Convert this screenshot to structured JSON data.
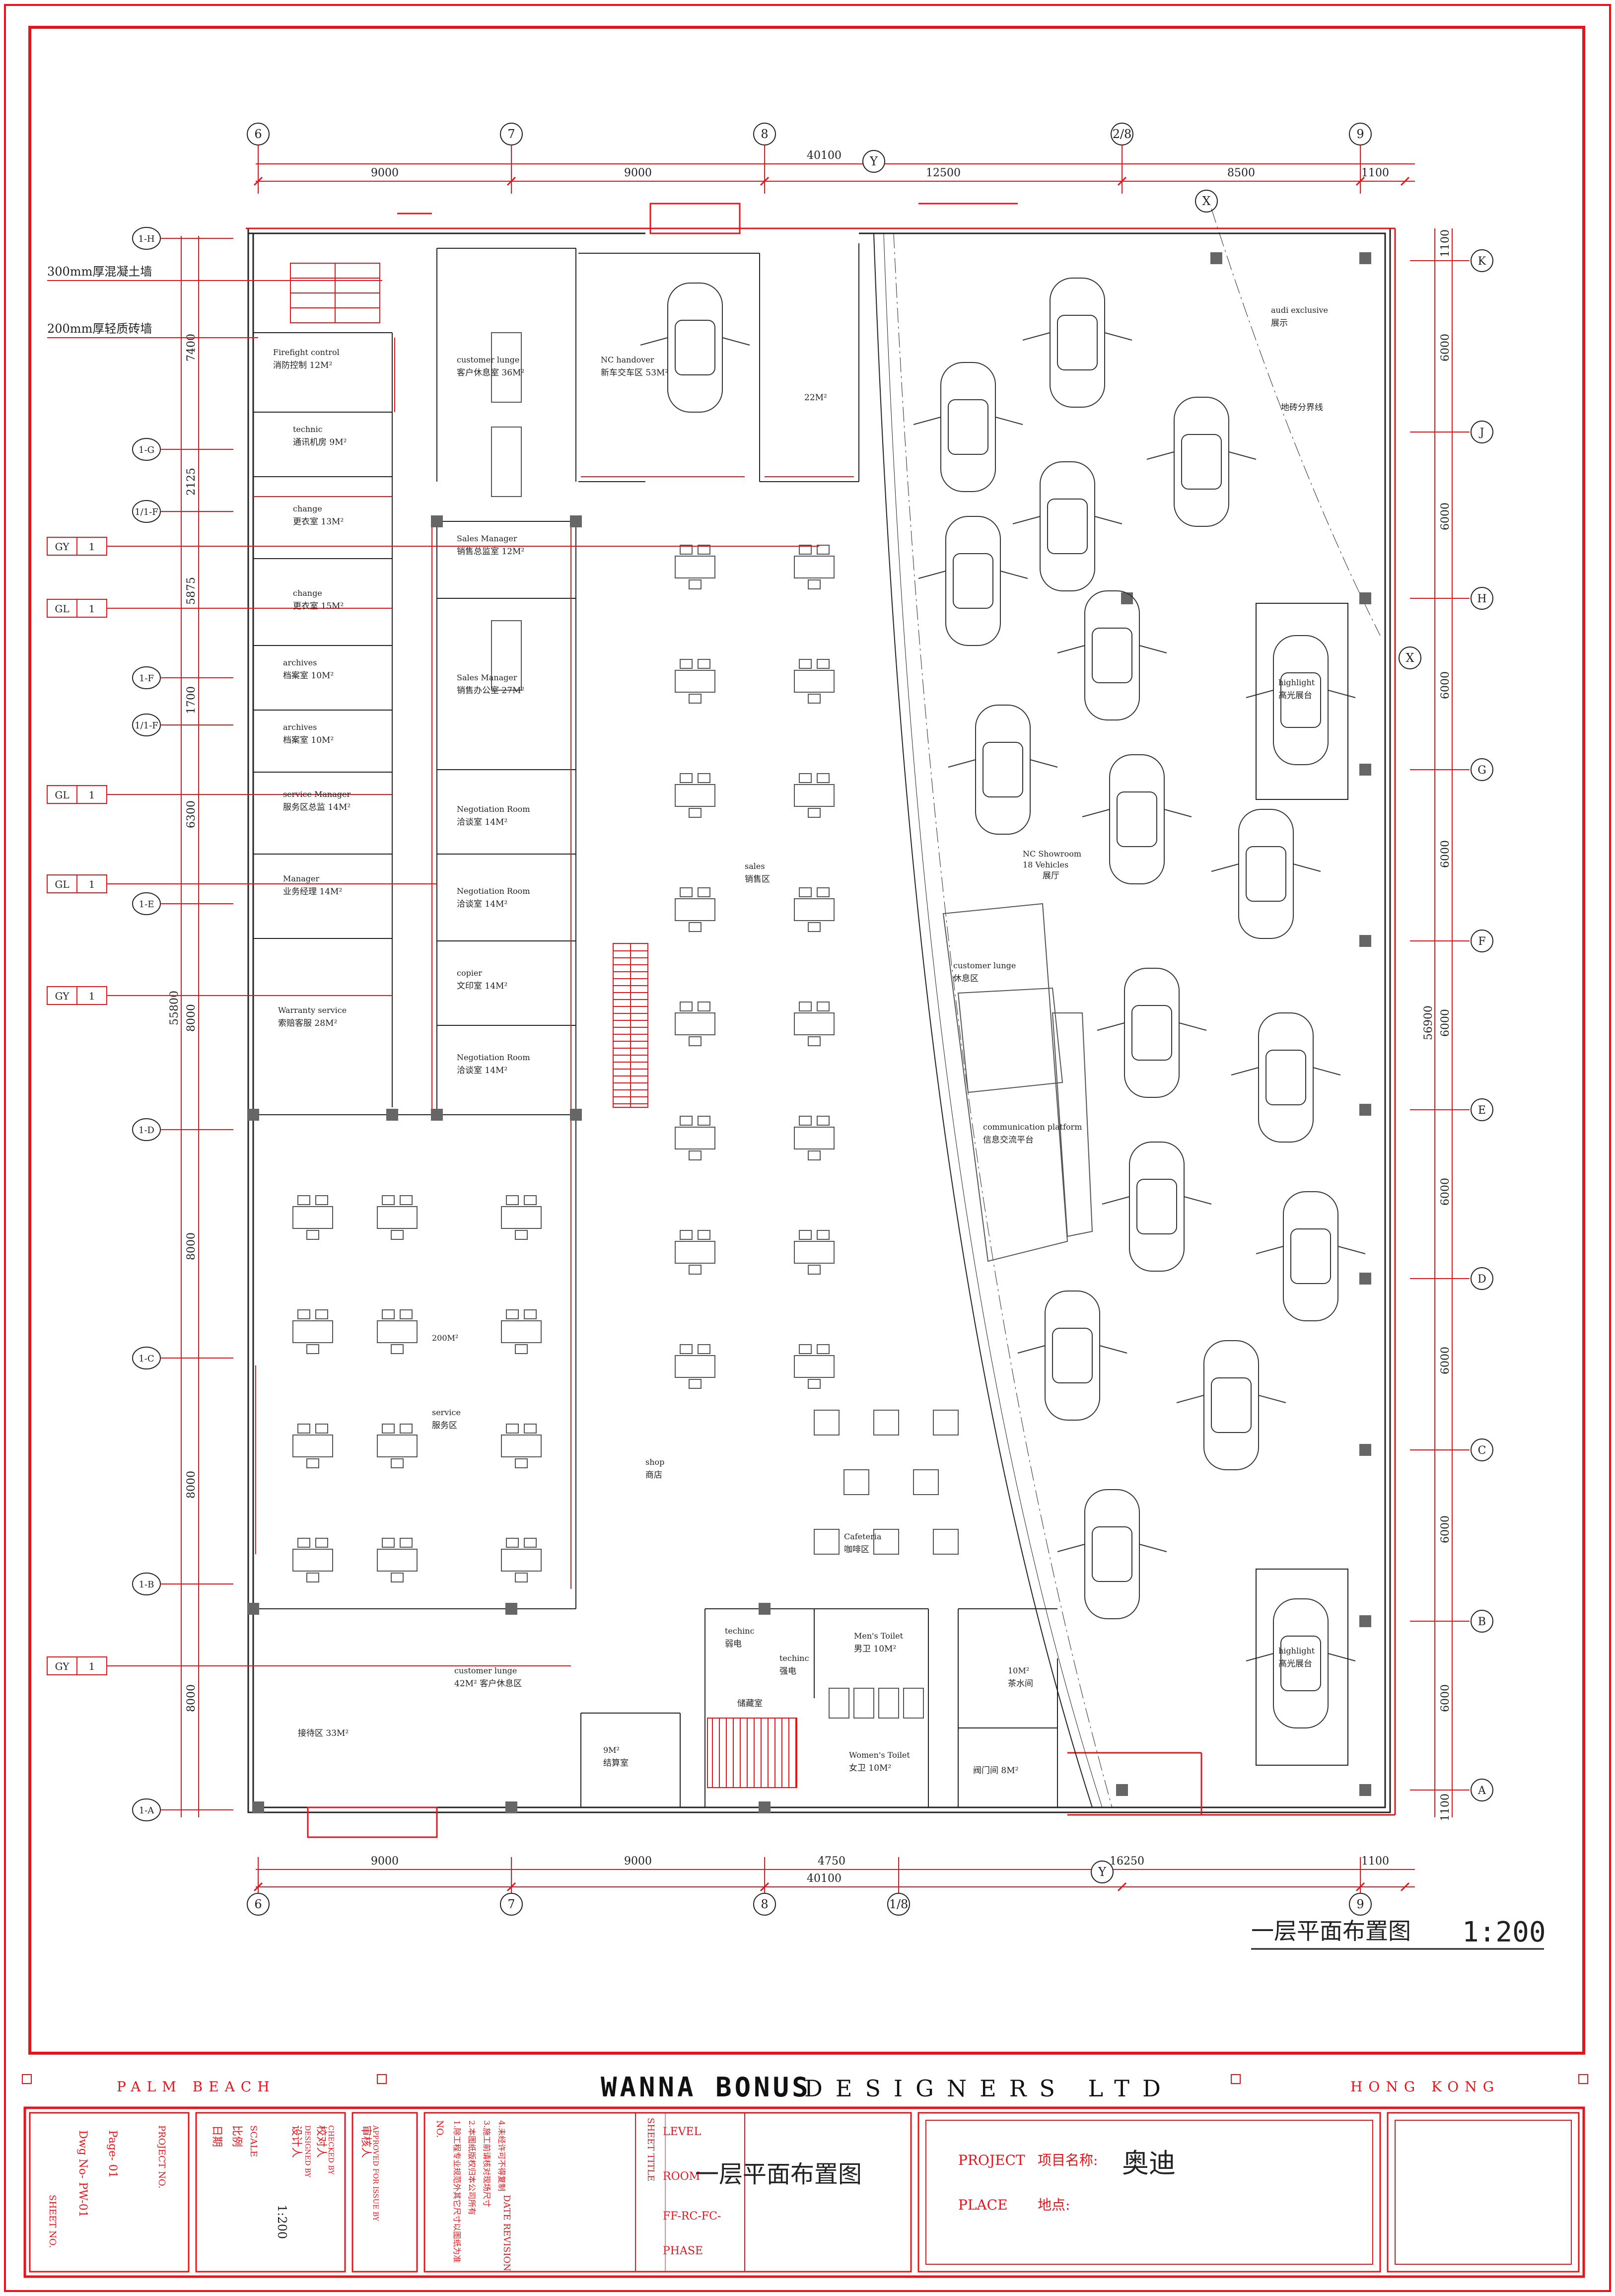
{
  "colors": {
    "ink": "#222222",
    "red": "#e8141c",
    "grey": "#9a9a9a"
  },
  "grid": {
    "top_cols": [
      "6",
      "7",
      "8",
      "Y",
      "2/8",
      "9"
    ],
    "bottom_cols": [
      "6",
      "7",
      "8",
      "1/8",
      "Y",
      "9"
    ],
    "top_dims": [
      "9000",
      "9000",
      "40100",
      "12500",
      "8500",
      "1100"
    ],
    "bottom_dims": [
      "9000",
      "9000",
      "4750",
      "40100",
      "16250",
      "1100"
    ],
    "left_rows": [
      "1-H",
      "1-G",
      "1/1-F",
      "1-F",
      "1/1-F",
      "1-E",
      "1-D",
      "1-C",
      "1-B",
      "1-A"
    ],
    "right_rows": [
      "K",
      "J",
      "H",
      "G",
      "F",
      "E",
      "D",
      "C",
      "B",
      "A"
    ],
    "left_dims": [
      "7400",
      "2125",
      "5875",
      "1700",
      "6300",
      "8000",
      "8000",
      "8000",
      "8000",
      "55800"
    ],
    "right_dims": [
      "1100",
      "6000",
      "6000",
      "6000",
      "6000",
      "6000",
      "6000",
      "6000",
      "6000",
      "6000",
      "1100",
      "56900"
    ],
    "section_marks": [
      "X",
      "X"
    ]
  },
  "notes": {
    "wall_300": "300mm厚混凝土墙",
    "wall_200": "200mm厚轻质砖墙"
  },
  "callouts": [
    {
      "code": "GY",
      "num": "1"
    },
    {
      "code": "GL",
      "num": "1"
    },
    {
      "code": "GL",
      "num": "1"
    },
    {
      "code": "GL",
      "num": "1"
    },
    {
      "code": "GY",
      "num": "1"
    },
    {
      "code": "GY",
      "num": "1"
    }
  ],
  "rooms": {
    "firefight": {
      "en": "Firefight control",
      "cn": "消防控制 12M²"
    },
    "technic": {
      "en": "technic",
      "cn": "通讯机房 9M²"
    },
    "change1": {
      "en": "change",
      "cn": "更衣室 13M²"
    },
    "change2": {
      "en": "change",
      "cn": "更衣室 15M²"
    },
    "archives1": {
      "en": "archives",
      "cn": "档案室 10M²"
    },
    "archives2": {
      "en": "archives",
      "cn": "档案室 10M²"
    },
    "service_mgr": {
      "en": "service Manager",
      "cn": "服务区总监 14M²"
    },
    "manager": {
      "en": "Manager",
      "cn": "业务经理 14M²"
    },
    "warranty": {
      "en": "Warranty service",
      "cn": "索赔客服 28M²"
    },
    "customer_lunge_top": {
      "en": "customer lunge",
      "cn": "客户休息室 36M²"
    },
    "handover": {
      "en": "NC handover",
      "cn": "新车交车区 53M²"
    },
    "room22": {
      "en": "",
      "cn": "22M²"
    },
    "sales_mgr1": {
      "en": "Sales Manager",
      "cn": "销售总监室 12M²"
    },
    "sales_mgr2": {
      "en": "Sales Manager",
      "cn": "销售办公室 27M²"
    },
    "negotiation1": {
      "en": "Negotiation Room",
      "cn": "洽谈室 14M²"
    },
    "negotiation2": {
      "en": "Negotiation Room",
      "cn": "洽谈室 14M²"
    },
    "copier": {
      "en": "copier",
      "cn": "文印室 14M²"
    },
    "negotiation3": {
      "en": "Negotiation Room",
      "cn": "洽谈室 14M²"
    },
    "service": {
      "en": "service",
      "cn": "服务区",
      "area": "200M²"
    },
    "reception": {
      "en": "",
      "cn": "接待区 33M²"
    },
    "customer_lunge_bottom": {
      "en": "customer lunge",
      "cn": "42M² 客户休息区"
    },
    "cashier": {
      "en": "9M²",
      "cn": "结算室"
    },
    "sales": {
      "en": "sales",
      "cn": "销售区"
    },
    "shop": {
      "en": "shop",
      "cn": "商店"
    },
    "cafeteria": {
      "en": "Cafeteria",
      "cn": "咖啡区"
    },
    "techinc1": {
      "en": "techinc",
      "cn": "弱电"
    },
    "storage": {
      "en": "",
      "cn": "储藏室"
    },
    "techinc2": {
      "en": "techinc",
      "cn": "强电"
    },
    "men": {
      "en": "Men's Toilet",
      "cn": "男卫 10M²"
    },
    "women": {
      "en": "Women's Toilet",
      "cn": "女卫 10M²"
    },
    "tea": {
      "en": "10M²",
      "cn": "茶水间"
    },
    "valve": {
      "en": "",
      "cn": "阀门间 8M²"
    },
    "audi_exclusive": {
      "en": "audi exclusive",
      "cn": "展示"
    },
    "floor_line": {
      "en": "",
      "cn": "地砖分界线"
    },
    "highlight1": {
      "en": "highlight",
      "cn": "高光展台"
    },
    "highlight2": {
      "en": "highlight",
      "cn": "高光展台"
    },
    "showroom": {
      "en": "NC Showroom",
      "cn": "展厅",
      "sub": "18 Vehicles"
    },
    "customer_lunge_center": {
      "en": "customer lunge",
      "cn": "休息区"
    },
    "comm_platform": {
      "en": "communication platform",
      "cn": "信息交流平台"
    }
  },
  "drawing_title": {
    "name": "一层平面布置图",
    "scale": "1:200"
  },
  "title_bar": {
    "left_city": "PALM BEACH",
    "company_logo": "WANNA BONUS",
    "company": "DESIGNERS LTD",
    "right_city": "HONG KONG"
  },
  "title_block": {
    "sheet_col": [
      "SHEET NO.",
      "Dwg No-  PW-01",
      "Page-  01"
    ],
    "project_no": "PROJECT NO.",
    "scale_col": [
      "日期",
      "比例",
      "SCALE",
      "1:200"
    ],
    "staff_col": [
      "设计人",
      "DESIGNED BY",
      "校对人",
      "CHECKED BY",
      "审核人",
      "APPROVED FOR ISSUE BY"
    ],
    "notes_label": "NO.",
    "notes_cn": [
      "1.除工程专业规范外其它尺寸以图纸为准",
      "2.本图纸版权归本公司所有",
      "3.施工前请核对现场尺寸",
      "4.未经许可不得复制"
    ],
    "revision": "DATE  REVISION",
    "sheet_title_label": "SHEET TITLE",
    "level": "LEVEL",
    "room": "ROOM",
    "room_title": "一层平面布置图",
    "code": "FF-RC-FC-",
    "phase": "PHASE",
    "project_label": "PROJECT",
    "project_cn": "项目名称:",
    "project_value": "奥迪",
    "place_label": "PLACE",
    "place_cn": "地点:"
  }
}
